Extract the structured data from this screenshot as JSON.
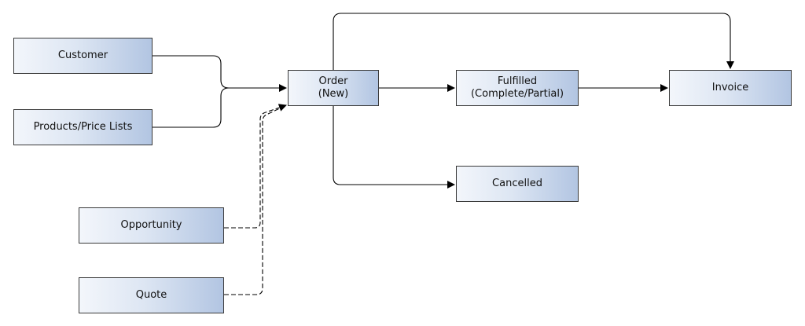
{
  "nodes": {
    "customer": "Customer",
    "products": "Products/Price Lists",
    "opportunity": "Opportunity",
    "quote": "Quote",
    "order": "Order\n(New)",
    "fulfilled": "Fulfilled\n(Complete/Partial)",
    "cancelled": "Cancelled",
    "invoice": "Invoice"
  },
  "edges": [
    {
      "from": "customer",
      "to": "order",
      "style": "solid"
    },
    {
      "from": "products",
      "to": "order",
      "style": "solid"
    },
    {
      "from": "opportunity",
      "to": "order",
      "style": "dashed"
    },
    {
      "from": "quote",
      "to": "order",
      "style": "dashed"
    },
    {
      "from": "order",
      "to": "fulfilled",
      "style": "solid"
    },
    {
      "from": "order",
      "to": "cancelled",
      "style": "solid"
    },
    {
      "from": "order",
      "to": "invoice",
      "style": "solid"
    },
    {
      "from": "fulfilled",
      "to": "invoice",
      "style": "solid"
    }
  ],
  "colors": {
    "box_gradient_start": "#f3f6fb",
    "box_gradient_end": "#b2c5e2",
    "border": "#3a3a3a",
    "connector": "#000000"
  }
}
